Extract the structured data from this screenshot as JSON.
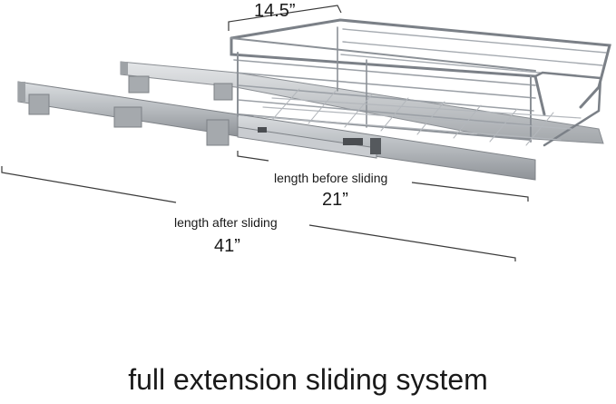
{
  "dimensions": {
    "width_label": "14.5”",
    "before": {
      "label": "length before sliding",
      "value": "21”"
    },
    "after": {
      "label": "length after sliding",
      "value": "41”"
    }
  },
  "caption": "full extension sliding system",
  "colors": {
    "chrome_dark": "#6f747b",
    "chrome_mid": "#9ca2a8",
    "chrome_light": "#d3d7db",
    "rail": "#b9bcbf",
    "rail_shade": "#8e9297",
    "dim_line": "#3a3a3a"
  }
}
